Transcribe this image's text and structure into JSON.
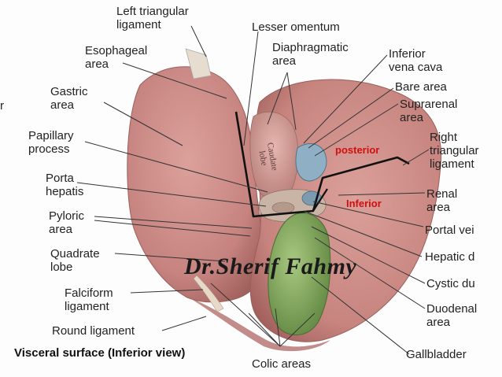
{
  "labels": {
    "left_triangular_1": "Left triangular",
    "left_triangular_2": "ligament",
    "esophageal_1": "Esophageal",
    "esophageal_2": "area",
    "gastric_1": "Gastric",
    "gastric_2": "area",
    "papillary_1": "Papillary",
    "papillary_2": "process",
    "porta_1": "Porta",
    "porta_2": "hepatis",
    "pyloric_1": "Pyloric",
    "pyloric_2": "area",
    "quadrate_1": "Quadrate",
    "quadrate_2": "lobe",
    "falciform_1": "Falciform",
    "falciform_2": "ligament",
    "round_ligament": "Round ligament",
    "lesser_omentum": "Lesser omentum",
    "diaphragmatic_1": "Diaphragmatic",
    "diaphragmatic_2": "area",
    "ivc_1": "Inferior",
    "ivc_2": "vena cava",
    "bare_area": "Bare area",
    "suprarenal_1": "Suprarenal",
    "suprarenal_2": "area",
    "right_triangular_1": "Right",
    "right_triangular_2": "triangular",
    "right_triangular_3": "ligament",
    "renal_1": "Renal",
    "renal_2": "area",
    "portal_vein": "Portal vei",
    "hepatic_duct": "Hepatic d",
    "cystic_duct": "Cystic du",
    "duodenal_1": "Duodenal",
    "duodenal_2": "area",
    "gallbladder": "Gallbladder",
    "colic_areas": "Colic areas",
    "caudate_1": "Caudate",
    "caudate_2": "lobe",
    "edge_r": "r"
  },
  "annotations": {
    "posterior": "posterior",
    "inferior": "Inferior"
  },
  "caption": "Visceral surface (Inferior view)",
  "watermark": "Dr.Sherif Fahmy",
  "colors": {
    "liver": "#c98a86",
    "liver_dark": "#a8625e",
    "gallbladder": "#7fa35c",
    "annotation_red": "#d01010",
    "leader": "#333333"
  }
}
